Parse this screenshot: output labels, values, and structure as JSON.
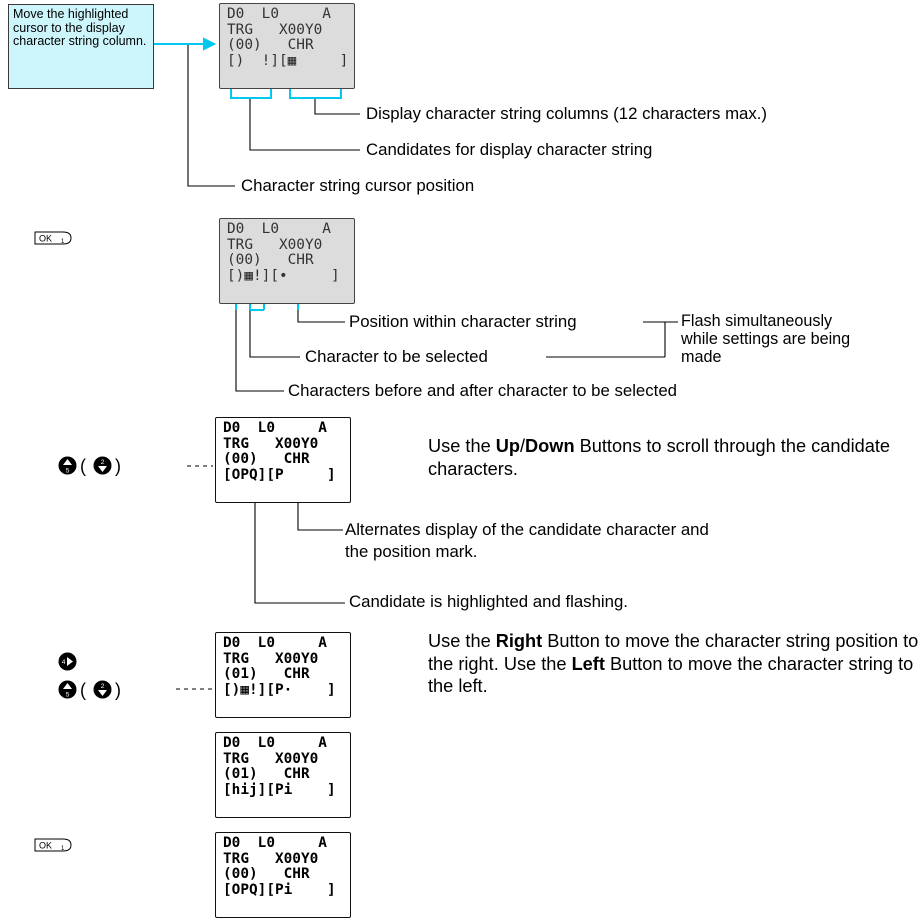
{
  "callout": {
    "text": "Move the highlighted cursor to the display character string column."
  },
  "screens": [
    {
      "rows": [
        "D0  L0     A",
        "TRG   X00Y0",
        "(00)   CHR",
        "[)  !][▦     ]"
      ]
    },
    {
      "rows": [
        "D0  L0     A",
        "TRG   X00Y0",
        "(00)   CHR",
        "[)▦!][•     ]"
      ]
    },
    {
      "rows": [
        "D0  L0     A",
        "TRG   X00Y0",
        "(00)   CHR",
        "[OPQ][P     ]"
      ]
    },
    {
      "rows": [
        "D0  L0     A",
        "TRG   X00Y0",
        "(01)   CHR",
        "[)▦!][P·    ]"
      ]
    },
    {
      "rows": [
        "D0  L0     A",
        "TRG   X00Y0",
        "(01)   CHR",
        "[hij][Pi    ]"
      ]
    },
    {
      "rows": [
        "D0  L0     A",
        "TRG   X00Y0",
        "(00)   CHR",
        "[OPQ][Pi    ]"
      ]
    }
  ],
  "labels": {
    "display_columns": "Display character string columns (12 characters max.)",
    "candidates": "Candidates for display character string",
    "cursor_position": "Character string cursor position",
    "position_within": "Position within character string",
    "char_selected": "Character to be selected",
    "flash_line1": "Flash simultaneously",
    "flash_line2": "while settings are being",
    "flash_line3": "made",
    "before_after": "Characters before and after character to be selected",
    "alternates_line1": "Alternates display of the candidate character and",
    "alternates_line2": "the position mark.",
    "candidate_highlighted": "Candidate is highlighted and flashing."
  },
  "desc_updown": {
    "pre": "Use the ",
    "up": "Up",
    "slash": "/",
    "down": "Down",
    "post": " Buttons to scroll through the candidate characters."
  },
  "desc_right": {
    "pre": "Use the ",
    "right": "Right",
    "mid": " Button to move the character string position to the right. Use the ",
    "left": "Left",
    "post": " Button to move the character string to the left."
  },
  "buttons": {
    "ok_label": "OK",
    "ok_number": "1",
    "up_number": "5",
    "down_number": "2",
    "right_number": "4",
    "paren_open": "(",
    "paren_close": ")"
  },
  "colors": {
    "accent": "#00c8ee",
    "callout_bg": "#cdf5fc"
  }
}
